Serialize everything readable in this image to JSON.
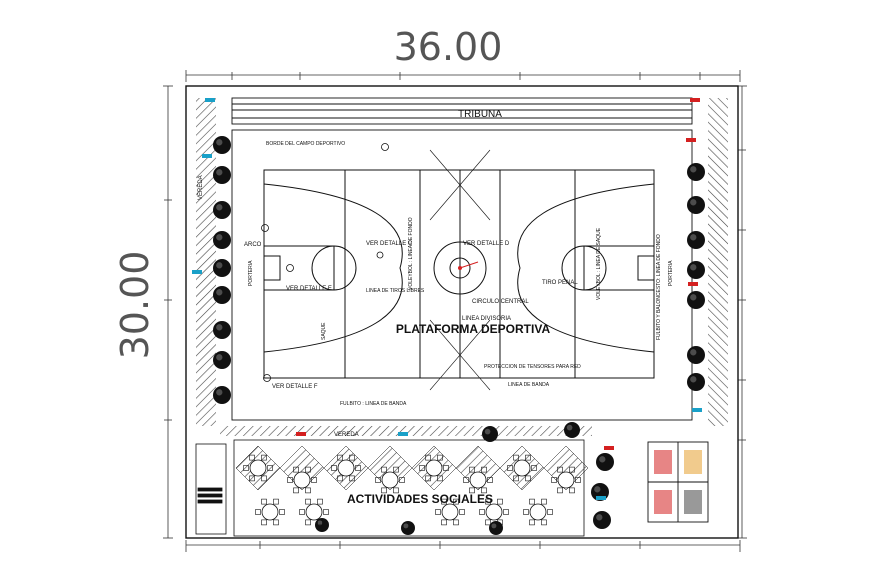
{
  "dimensions": {
    "width": "36.00",
    "height": "30.00"
  },
  "labels": {
    "tribuna": "TRIBUNA",
    "borde": "BORDE DEL CAMPO DEPORTIVO",
    "plataforma": "PLATAFORMA DEPORTIVA",
    "actividades": "ACTIVIDADES SOCIALES",
    "ver_detalle_c": "VER DETALLE C",
    "ver_detalle_d": "VER DETALLE D",
    "ver_detalle_e": "VER DETALLE E",
    "ver_detalle_f": "VER DETALLE F",
    "circulo_central": "CIRCULO CENTRAL",
    "linea_divisoria": "LINEA DIVISORIA",
    "linea_tiros_libres": "LINEA DE TIROS LIBRES",
    "tiro_penal": "TIRO PENAL",
    "proteccion": "PROTECCION DE TENSORES PARA RED",
    "linea_banda": "LINEA DE BANDA",
    "fulbito_banda": "FULBITO : LINEA DE BANDA",
    "vereda_left": "VEREDA",
    "vereda_bottom": "VEREDA",
    "arco": "ARCO",
    "porteria_left": "PORTERIA",
    "porteria_right": "PORTERIA",
    "voley_left": "VOLEYBOL : LINEA DE FONDO",
    "voley_right": "VOLEYBOL : LINEA DE SAQUE",
    "fulbito_right": "FULBITO Y BALONCESTO: LINEA DE FONDO",
    "saque": "SAQUE"
  },
  "colors": {
    "line": "#111111",
    "dim": "#555555",
    "accent_red": "#d42020",
    "accent_cyan": "#19a0c8",
    "tree": "#111111"
  }
}
